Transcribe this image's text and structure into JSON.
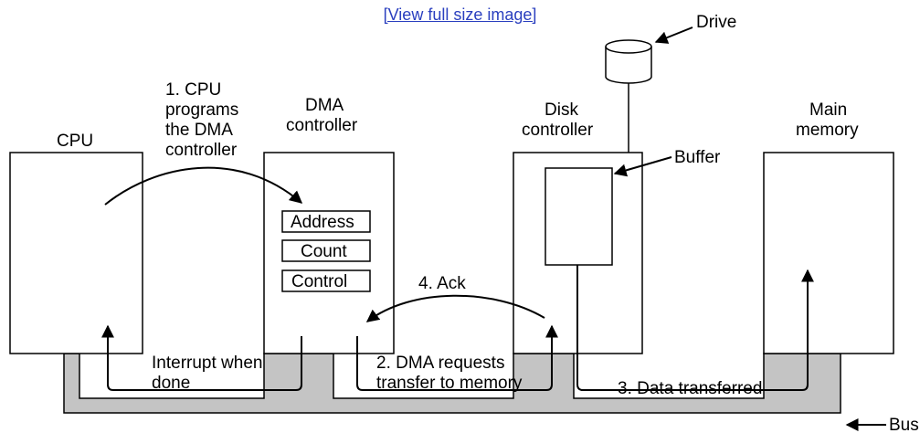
{
  "header": {
    "view_full_size": "[View full size image]"
  },
  "components": {
    "cpu": {
      "label": "CPU"
    },
    "dma_controller": {
      "label_line1": "DMA",
      "label_line2": "controller",
      "registers": [
        "Address",
        "Count",
        "Control"
      ]
    },
    "disk_controller": {
      "label_line1": "Disk",
      "label_line2": "controller",
      "buffer_label": "Buffer"
    },
    "main_memory": {
      "label_line1": "Main",
      "label_line2": "memory"
    },
    "drive": {
      "label": "Drive"
    },
    "bus": {
      "label": "Bus"
    }
  },
  "steps": {
    "step1": [
      "1. CPU",
      "programs",
      "the DMA",
      "controller"
    ],
    "step2": [
      "2. DMA requests",
      "transfer to memory"
    ],
    "step3": "3. Data transferred",
    "step4": "4. Ack",
    "interrupt": [
      "Interrupt when",
      "done"
    ]
  },
  "colors": {
    "bus_fill": "#c4c4c4",
    "line": "#000000",
    "link": "#2a3fbf"
  }
}
